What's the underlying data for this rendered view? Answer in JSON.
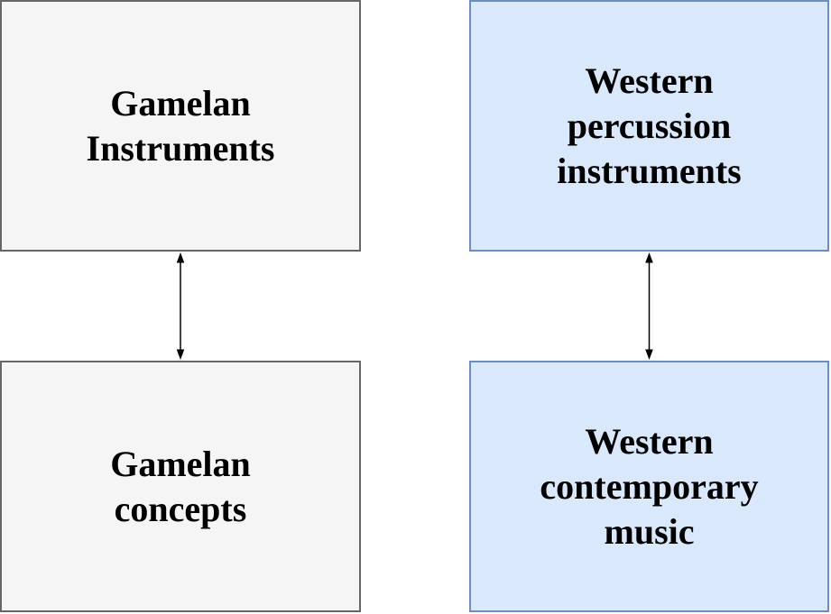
{
  "diagram": {
    "background": "#ffffff",
    "text_color": "#000000",
    "arrow_color": "#000000",
    "boxes": [
      {
        "id": "gamelan-instruments",
        "label": "Gamelan\nInstruments",
        "fill": "#f5f5f5",
        "border": "#666666",
        "style": "background-color:#f5f5f5;border-color:#666666"
      },
      {
        "id": "western-percussion-instruments",
        "label": "Western\npercussion\ninstruments",
        "fill": "#dae8fc",
        "border": "#6c8ebf",
        "style": "background-color:#dae8fc;border-color:#6c8ebf"
      },
      {
        "id": "gamelan-concepts",
        "label": "Gamelan\nconcepts",
        "fill": "#f5f5f5",
        "border": "#666666",
        "style": "background-color:#f5f5f5;border-color:#666666"
      },
      {
        "id": "western-contemporary-music",
        "label": "Western\ncontemporary\nmusic",
        "fill": "#dae8fc",
        "border": "#6c8ebf",
        "style": "background-color:#dae8fc;border-color:#6c8ebf"
      }
    ],
    "connectors": [
      {
        "between": [
          "Gamelan Instruments",
          "Gamelan concepts"
        ],
        "type": "double-headed-arrow",
        "color": "#000000"
      },
      {
        "between": [
          "Western percussion instruments",
          "Western contemporary music"
        ],
        "type": "double-headed-arrow",
        "color": "#000000"
      }
    ]
  }
}
